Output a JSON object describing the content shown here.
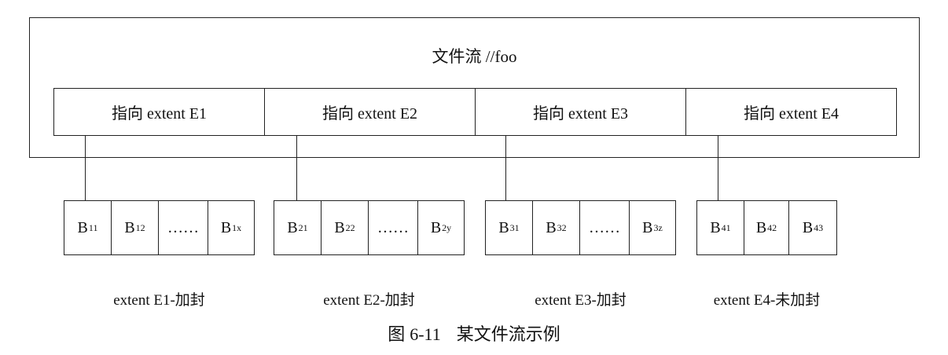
{
  "stream": {
    "title": "文件流 //foo"
  },
  "pointers": [
    "指向 extent E1",
    "指向 extent E2",
    "指向 extent E3",
    "指向 extent E4"
  ],
  "extents": [
    {
      "label": "extent E1-加封",
      "blocks": [
        {
          "base": "B",
          "sub": "11"
        },
        {
          "base": "B",
          "sub": "12"
        },
        {
          "base": "……",
          "sub": ""
        },
        {
          "base": "B",
          "sub": "1x"
        }
      ]
    },
    {
      "label": "extent E2-加封",
      "blocks": [
        {
          "base": "B",
          "sub": "21"
        },
        {
          "base": "B",
          "sub": "22"
        },
        {
          "base": "……",
          "sub": ""
        },
        {
          "base": "B",
          "sub": "2y"
        }
      ]
    },
    {
      "label": "extent E3-加封",
      "blocks": [
        {
          "base": "B",
          "sub": "31"
        },
        {
          "base": "B",
          "sub": "32"
        },
        {
          "base": "……",
          "sub": ""
        },
        {
          "base": "B",
          "sub": "3z"
        }
      ]
    },
    {
      "label": "extent E4-未加封",
      "blocks": [
        {
          "base": "B",
          "sub": "41"
        },
        {
          "base": "B",
          "sub": "42"
        },
        {
          "base": "B",
          "sub": "43"
        }
      ]
    }
  ],
  "caption": {
    "prefix": "图",
    "number": "6-11",
    "text": "某文件流示例"
  }
}
